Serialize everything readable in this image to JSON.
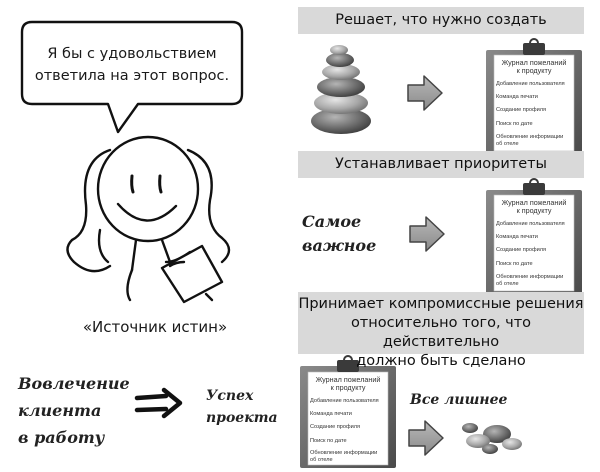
{
  "speech_bubble": {
    "line1": "Я бы с удовольствием",
    "line2": "ответила на этот вопрос."
  },
  "character_caption": "«Источник истин»",
  "panel1": {
    "banner": "Решает, что нужно создать"
  },
  "panel2": {
    "banner": "Устанавливает приоритеты",
    "left_line1": "Самое",
    "left_line2": "важное"
  },
  "panel3": {
    "banner_line1": "Принимает компромиссные решения",
    "banner_line2": "относительно того, что действительно",
    "banner_line3": "должно быть сделано",
    "right_label": "Все лишнее"
  },
  "bottom_left": {
    "line1": "Вовлечение",
    "line2": "клиента",
    "line3": "в работу",
    "arrow": "=>",
    "result_line1": "Успех",
    "result_line2": "проекта"
  },
  "clipboard": {
    "title_line1": "Журнал пожеланий",
    "title_line2": "к продукту",
    "items": [
      "Добавление пользователя",
      "Команда печати",
      "Создание профиля",
      "Поиск по дате"
    ],
    "last_item_line1": "Обновление информации",
    "last_item_line2": "об отеле"
  },
  "colors": {
    "banner_bg": "#d9d9d9",
    "arrow_fill": "#9a9a9a",
    "stone_dark": "#5a5a5a"
  }
}
